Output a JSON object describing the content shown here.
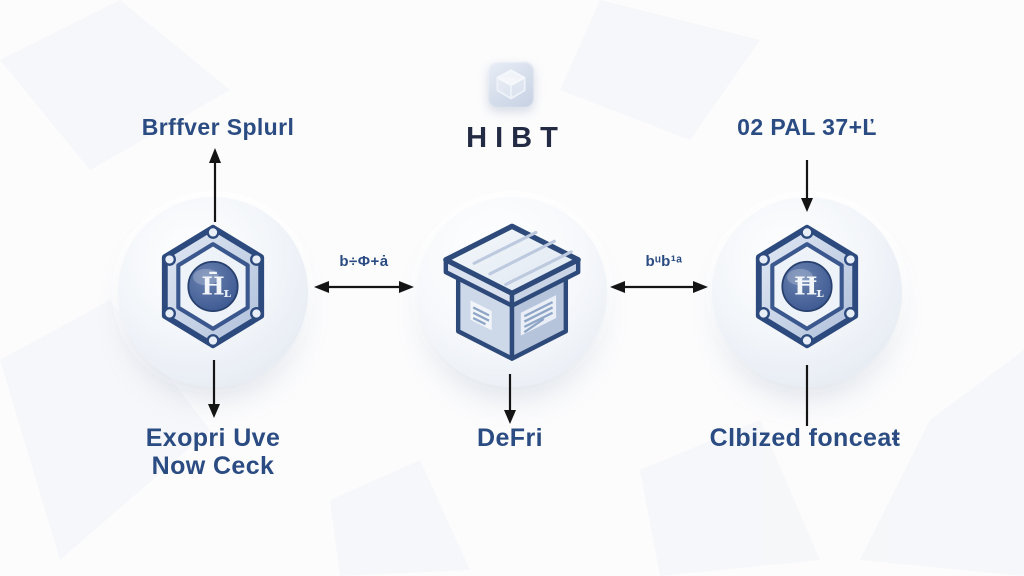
{
  "header": {
    "title": "HIBT",
    "icon": "package-tile"
  },
  "left_node": {
    "label_top": "Brffver Splurl",
    "badge_letter": "H̄",
    "badge_sub": "ʟ",
    "label_bottom_line1": "Exopri Uve",
    "label_bottom_line2": "Now Ceck"
  },
  "center_node": {
    "label_bottom": "DeFri"
  },
  "right_node": {
    "label_top": "02 PAL 37+Ľ",
    "badge_letter": "Ħ",
    "badge_sub": "ʟ",
    "label_bottom": "Clbized fonceaŧ"
  },
  "connectors": {
    "left_arrow_label": "b÷Φ+ȧ",
    "right_arrow_label": "bᵘb¹ᵃ"
  },
  "colors": {
    "label_blue": "#2b4c82",
    "title_navy": "#232a44",
    "hex_outline": "#2d4a7e",
    "hex_band": "#c3d0e6",
    "coin_fill": "#33508a",
    "box_outline": "#2e4a7a",
    "arrow": "#141414",
    "background": "#fcfcfd"
  }
}
